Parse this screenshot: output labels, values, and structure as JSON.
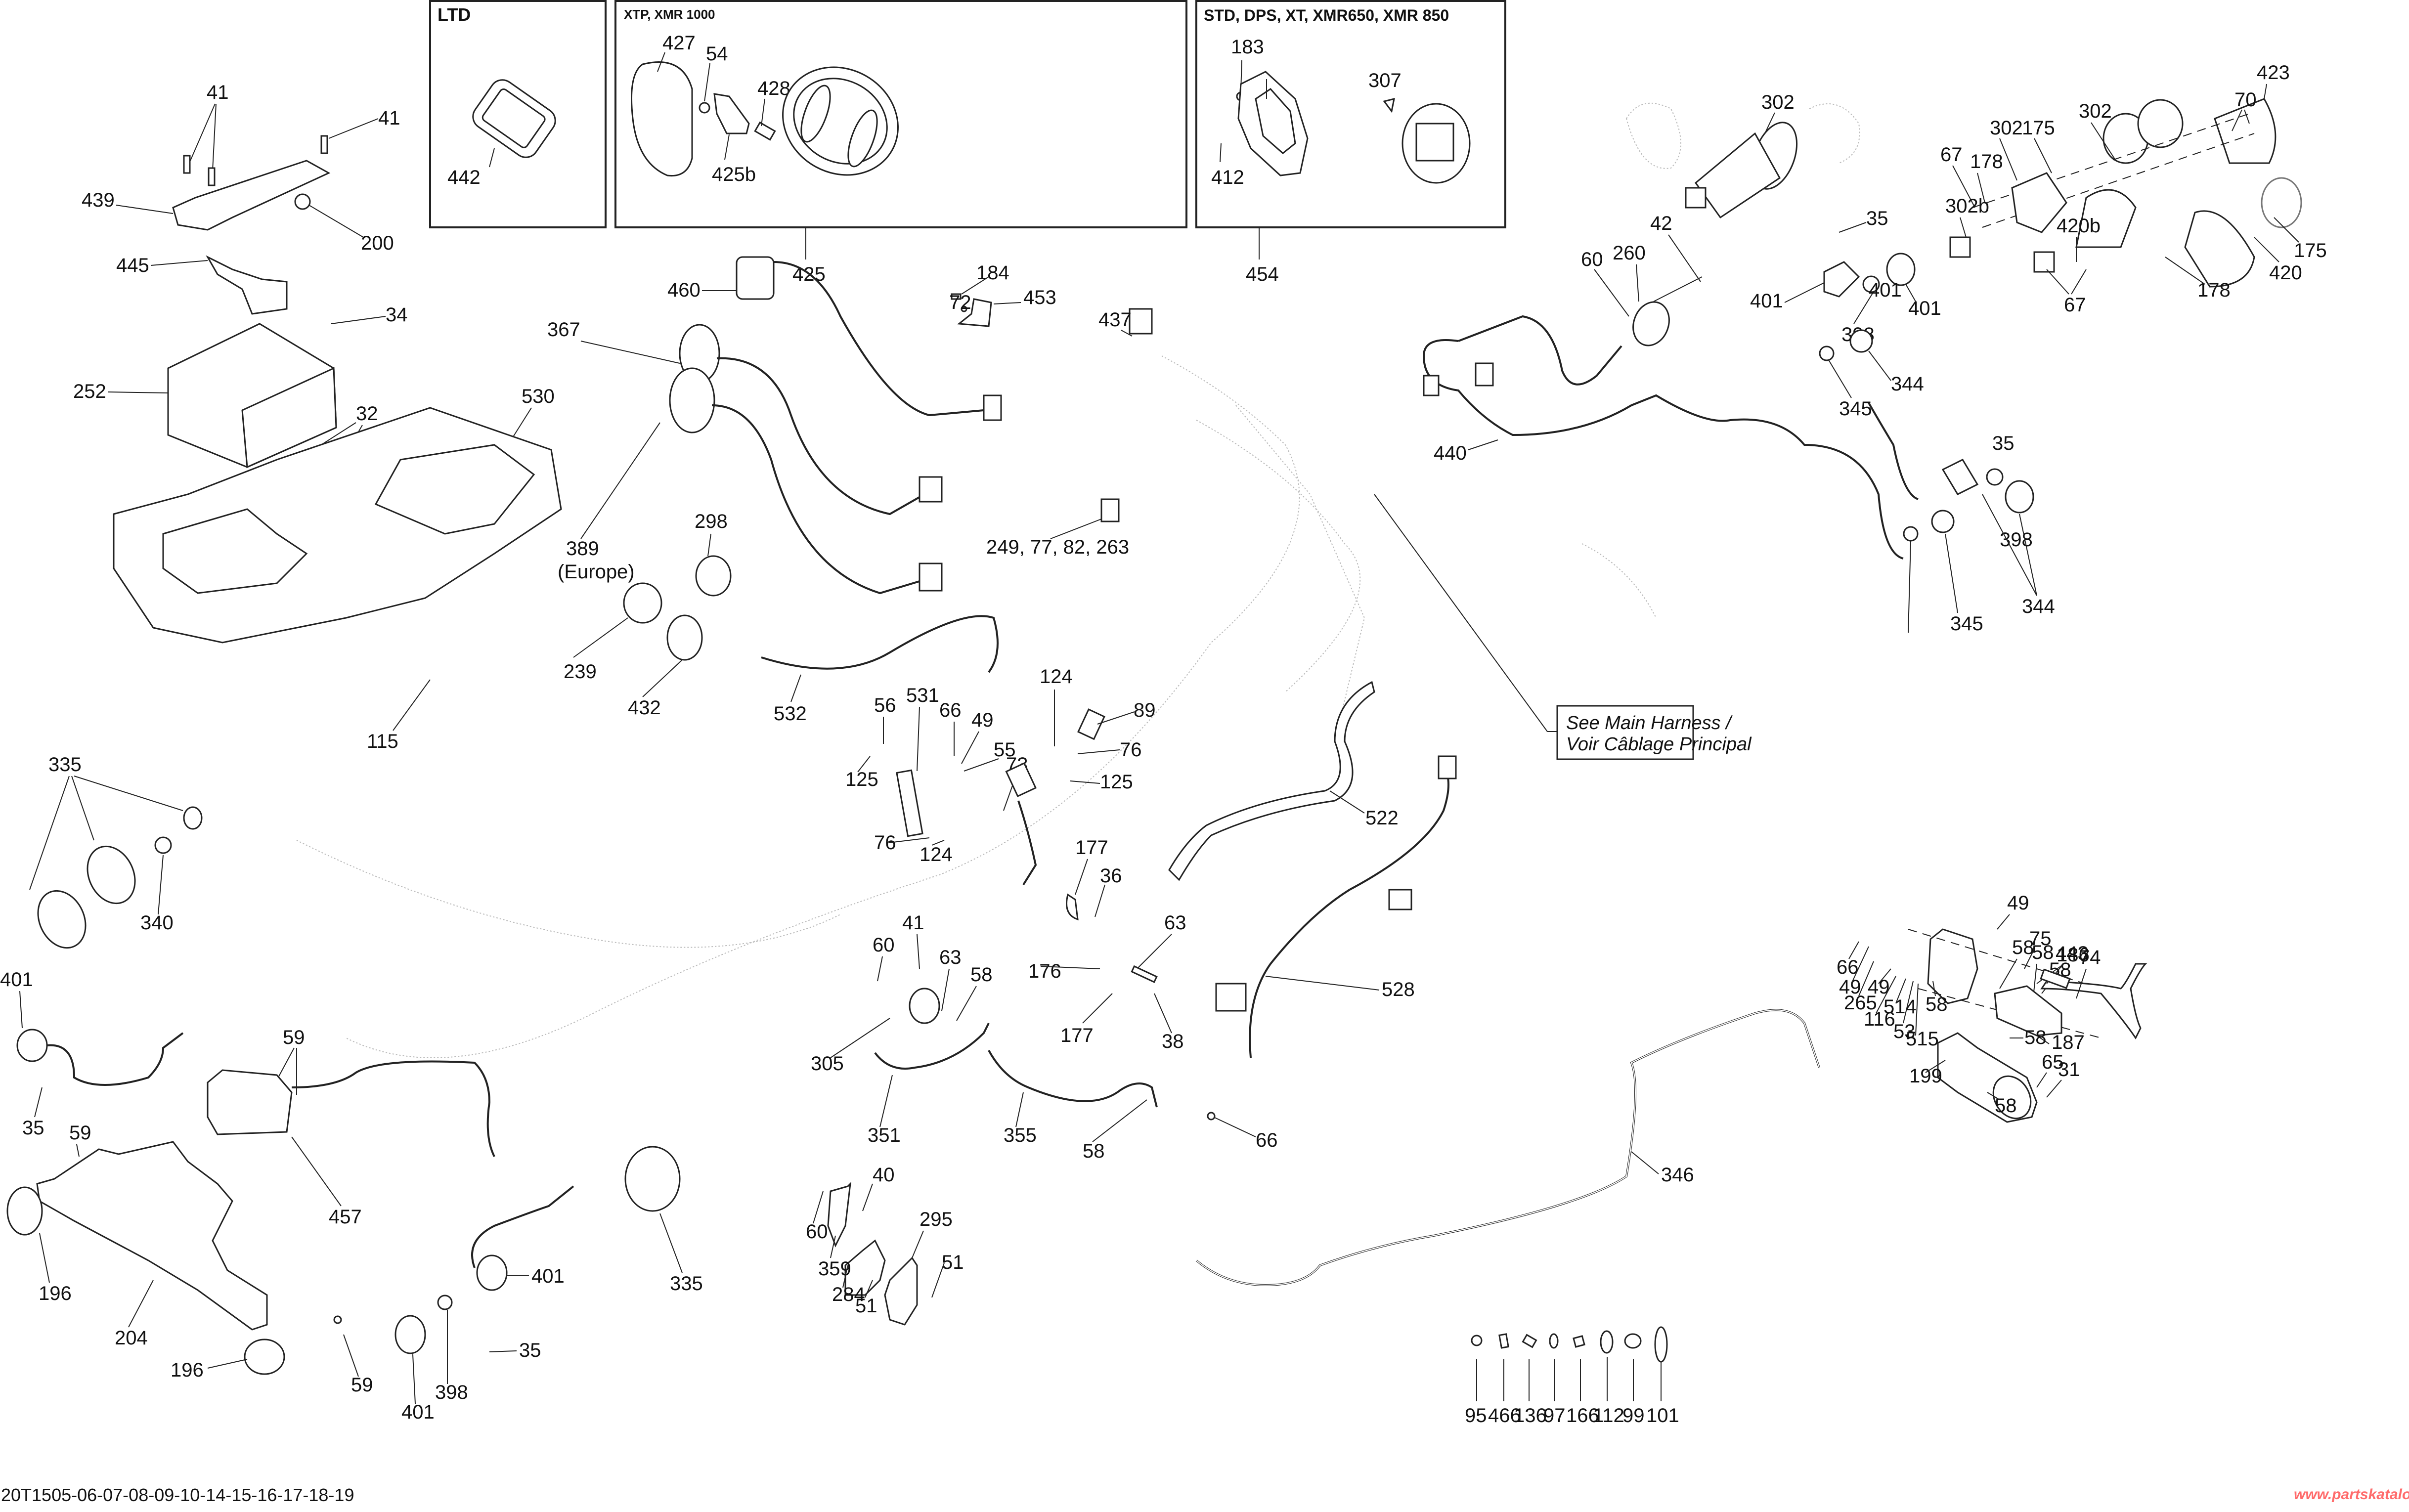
{
  "diagram": {
    "reference_code": "20T1505-06-07-08-09-10-14-15-16-17-18-19",
    "watermark": "www.partskatalog.ru",
    "note": {
      "line1": "See Main Harness /",
      "line2": "Voir Câblage Principal"
    },
    "boxes": [
      {
        "id": "ltd",
        "title": "LTD",
        "ref": null
      },
      {
        "id": "xtp",
        "title": "XTP, XMR 1000",
        "ref": "425"
      },
      {
        "id": "std",
        "title": "STD, DPS, XT, XMR650, XMR 850",
        "ref": "454"
      }
    ],
    "callouts": {
      "battery": [
        "41",
        "41",
        "439",
        "200",
        "445",
        "34",
        "252",
        "32",
        "55",
        "530",
        "115"
      ],
      "ltd_box": [
        "442"
      ],
      "xtp_box": [
        "427",
        "54",
        "428",
        "425b"
      ],
      "std_box": [
        "183",
        "307",
        "412"
      ],
      "handlebar": [
        "460",
        "367",
        "389",
        "(Europe)",
        "298",
        "239",
        "432",
        "532",
        "184",
        "72",
        "453",
        "437",
        "249, 77, 82, 263"
      ],
      "headlights": [
        "302",
        "42",
        "60",
        "260",
        "35",
        "401",
        "398",
        "401",
        "344",
        "345",
        "440",
        "423",
        "70",
        "302",
        "175",
        "302",
        "178",
        "67",
        "302b",
        "420b",
        "175",
        "420",
        "178",
        "67",
        "35",
        "398",
        "401",
        "344",
        "345"
      ],
      "center": [
        "531",
        "56",
        "66",
        "49",
        "55",
        "73",
        "125",
        "76",
        "124",
        "124",
        "89",
        "76",
        "125",
        "522",
        "177",
        "36",
        "63",
        "41",
        "60",
        "63",
        "58",
        "176",
        "177",
        "38",
        "305",
        "351",
        "355",
        "58",
        "528",
        "66"
      ],
      "rear_lights": [
        "335",
        "340",
        "401",
        "35",
        "59",
        "457",
        "59",
        "196",
        "204",
        "196",
        "59",
        "401",
        "398",
        "35",
        "401",
        "335"
      ],
      "regulator": [
        "40",
        "60",
        "295",
        "359",
        "284",
        "51",
        "51"
      ],
      "winch": [
        "346",
        "49",
        "58",
        "58",
        "58",
        "443",
        "66",
        "49",
        "265",
        "49",
        "116",
        "514",
        "58",
        "53",
        "515",
        "75",
        "186",
        "74",
        "187",
        "58",
        "199",
        "65",
        "31",
        "58"
      ],
      "fasteners": [
        "95",
        "466",
        "136",
        "97",
        "166",
        "112",
        "99",
        "101"
      ]
    }
  }
}
